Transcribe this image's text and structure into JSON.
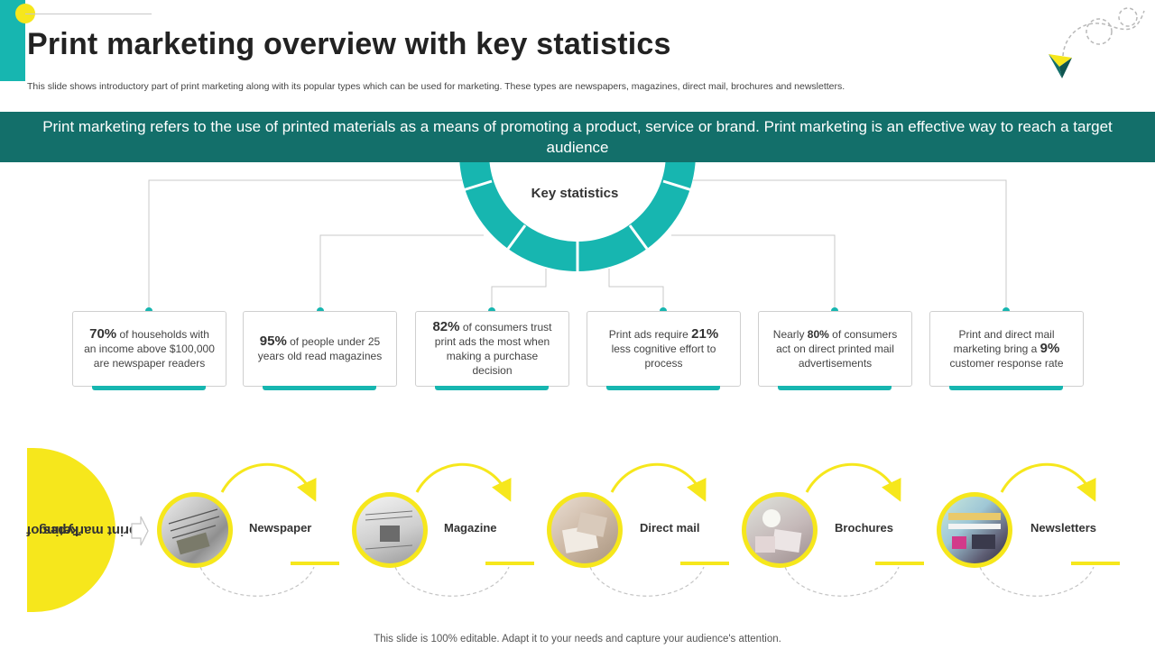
{
  "header": {
    "title": "Print marketing overview with key statistics",
    "subtitle": "This slide shows introductory part of print marketing along with its popular types which can be used for marketing. These types are newspapers, magazines, direct mail, brochures and newsletters."
  },
  "banner": {
    "text": "Print marketing refers to the use of printed materials as a means of promoting a product, service or brand. Print marketing is an effective way to reach a target audience"
  },
  "key_statistics": {
    "label": "Key statistics",
    "items": [
      {
        "pre": "",
        "value": "70%",
        "post": " of households with an income above $100,000 are newspaper readers"
      },
      {
        "pre": "",
        "value": "95%",
        "post": " of people under 25 years old read magazines"
      },
      {
        "pre": "",
        "value": "82%",
        "post": " of consumers trust print ads the most when making a purchase decision"
      },
      {
        "pre": "Print ads require ",
        "value": "21%",
        "post": " less cognitive effort to process"
      },
      {
        "pre": "Nearly ",
        "value": "80%",
        "post": " of consumers act on direct printed mail advertisements"
      },
      {
        "pre": "Print and direct mail marketing bring a ",
        "value": "9%",
        "post": " customer response rate"
      }
    ]
  },
  "types": {
    "label_line1": "Types of",
    "label_line2": "print marketing",
    "items": [
      {
        "name": "Newspaper",
        "icon": "newspaper-photo"
      },
      {
        "name": "Magazine",
        "icon": "magazine-photo"
      },
      {
        "name": "Direct mail",
        "icon": "direct-mail-photo"
      },
      {
        "name": "Brochures",
        "icon": "brochures-photo"
      },
      {
        "name": "Newsletters",
        "icon": "newsletters-photo"
      }
    ]
  },
  "footer": {
    "text": "This slide is 100% editable. Adapt it to your needs and capture your audience's attention."
  },
  "colors": {
    "teal": "#17b6b0",
    "dark_teal": "#136f6a",
    "yellow": "#f6e71c"
  }
}
